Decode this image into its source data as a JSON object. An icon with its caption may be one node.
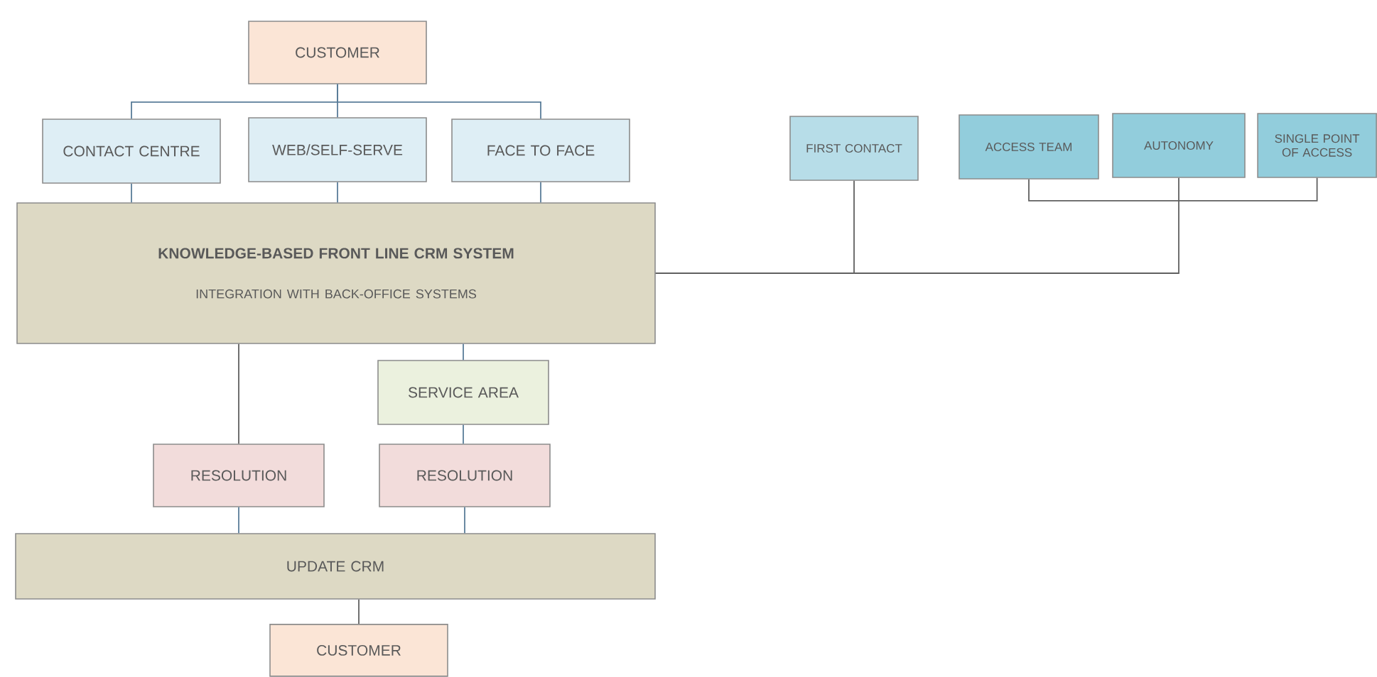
{
  "diagram": {
    "nodes": [
      {
        "text": [
          "CUSTOMER"
        ]
      },
      {
        "text": [
          "CONTACT CENTRE"
        ]
      },
      {
        "text": [
          "WEB/SELF-SERVE"
        ]
      },
      {
        "text": [
          "FACE TO FACE"
        ]
      },
      {
        "text": [
          "KNOWLEDGE-BASED FRONT LINE CRM SYSTEM",
          "INTEGRATION  WITH BACK-OFFICE SYSTEMS"
        ]
      },
      {
        "text": [
          "FIRST CONTACT"
        ]
      },
      {
        "text": [
          "ACCESS TEAM"
        ]
      },
      {
        "text": [
          "AUTONOMY"
        ]
      },
      {
        "text": [
          "SINGLE POINT OF ACCESS"
        ]
      },
      {
        "text": [
          "SERVICE AREA"
        ]
      },
      {
        "text": [
          "RESOLUTION"
        ]
      },
      {
        "text": [
          "RESOLUTION"
        ]
      },
      {
        "text": [
          "UPDATE CRM"
        ]
      },
      {
        "text": [
          "CUSTOMER"
        ]
      }
    ],
    "edges": [
      {
        "from": 0,
        "to": 1,
        "arrow": "none"
      },
      {
        "from": 0,
        "to": 2,
        "arrow": "none"
      },
      {
        "from": 0,
        "to": 3,
        "arrow": "none"
      },
      {
        "from": 1,
        "to": 4,
        "arrow": "none"
      },
      {
        "from": 2,
        "to": 4,
        "arrow": "none"
      },
      {
        "from": 3,
        "to": 4,
        "arrow": "none"
      },
      {
        "from": 4,
        "to": 5,
        "arrow": "none",
        "color": "#606060"
      },
      {
        "from": 4,
        "to": 7,
        "arrow": "none",
        "color": "#606060"
      },
      {
        "from": 6,
        "to": 8,
        "arrow": "none",
        "color": "#606060"
      },
      {
        "from": 4,
        "to": 10,
        "arrow": "none",
        "color": "#606060"
      },
      {
        "from": 4,
        "to": 9,
        "arrow": "none"
      },
      {
        "from": 9,
        "to": 11,
        "arrow": "none"
      },
      {
        "from": 10,
        "to": 12,
        "arrow": "none"
      },
      {
        "from": 11,
        "to": 12,
        "arrow": "none"
      },
      {
        "from": 12,
        "to": 13,
        "arrow": "none",
        "color": "#606060"
      }
    ]
  }
}
